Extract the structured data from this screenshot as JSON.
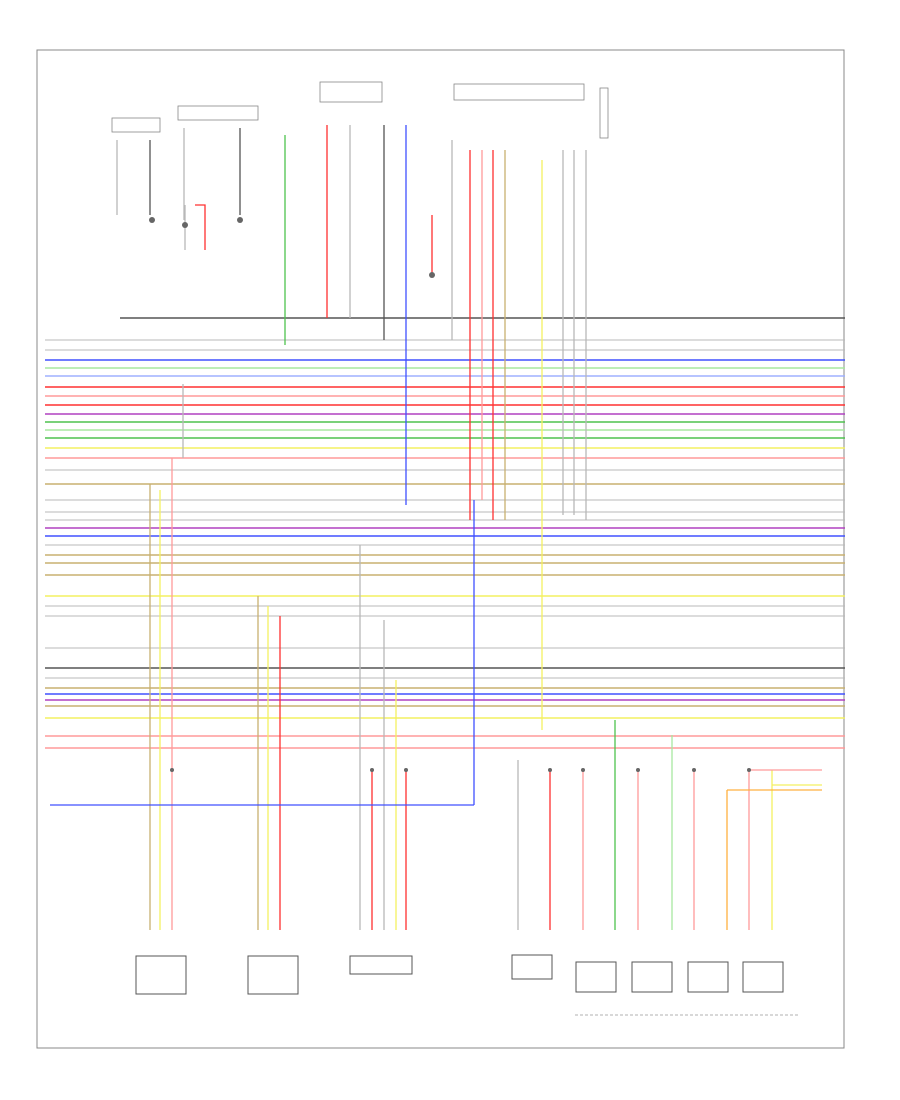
{
  "diagram": {
    "footer": "",
    "top_components": [
      {
        "id": "fuel_tank_group",
        "label": ""
      },
      {
        "id": "fuel_pump_relay",
        "label": ""
      },
      {
        "id": "fuel_gauge_sender",
        "label": ""
      },
      {
        "id": "accel_pedal_sensor",
        "label": ""
      },
      {
        "id": "power_steering_switch",
        "label": ""
      },
      {
        "id": "throttle_body",
        "label": ""
      },
      {
        "id": "purge_solenoid",
        "label": ""
      }
    ],
    "bottom_components": [
      {
        "id": "crank_sensor",
        "label": ""
      },
      {
        "id": "cam_sensor",
        "label": ""
      },
      {
        "id": "knock_sensor",
        "label": ""
      },
      {
        "id": "iac_valve",
        "label": ""
      },
      {
        "id": "injector_1",
        "label": ""
      },
      {
        "id": "injector_2",
        "label": ""
      },
      {
        "id": "injector_3",
        "label": ""
      },
      {
        "id": "injector_4",
        "label": ""
      }
    ],
    "wire_colors": {
      "gray": "#b8b8b8",
      "red": "#ff3030",
      "pink": "#ff9a9a",
      "blue": "#4050ff",
      "lightblue": "#9fb0ff",
      "green": "#4ec24e",
      "lightgreen": "#a8e8a0",
      "yellow": "#f4f060",
      "orange": "#ffb040",
      "tan": "#c8b070",
      "violet": "#b040c0",
      "dark": "#555555"
    }
  }
}
